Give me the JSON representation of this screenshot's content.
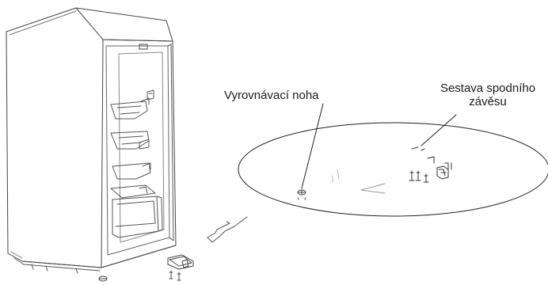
{
  "labels": {
    "leveling_foot": "Vyrovnávací noha",
    "bottom_hinge_line1": "Sestava spodního",
    "bottom_hinge_line2": "závěsu"
  }
}
